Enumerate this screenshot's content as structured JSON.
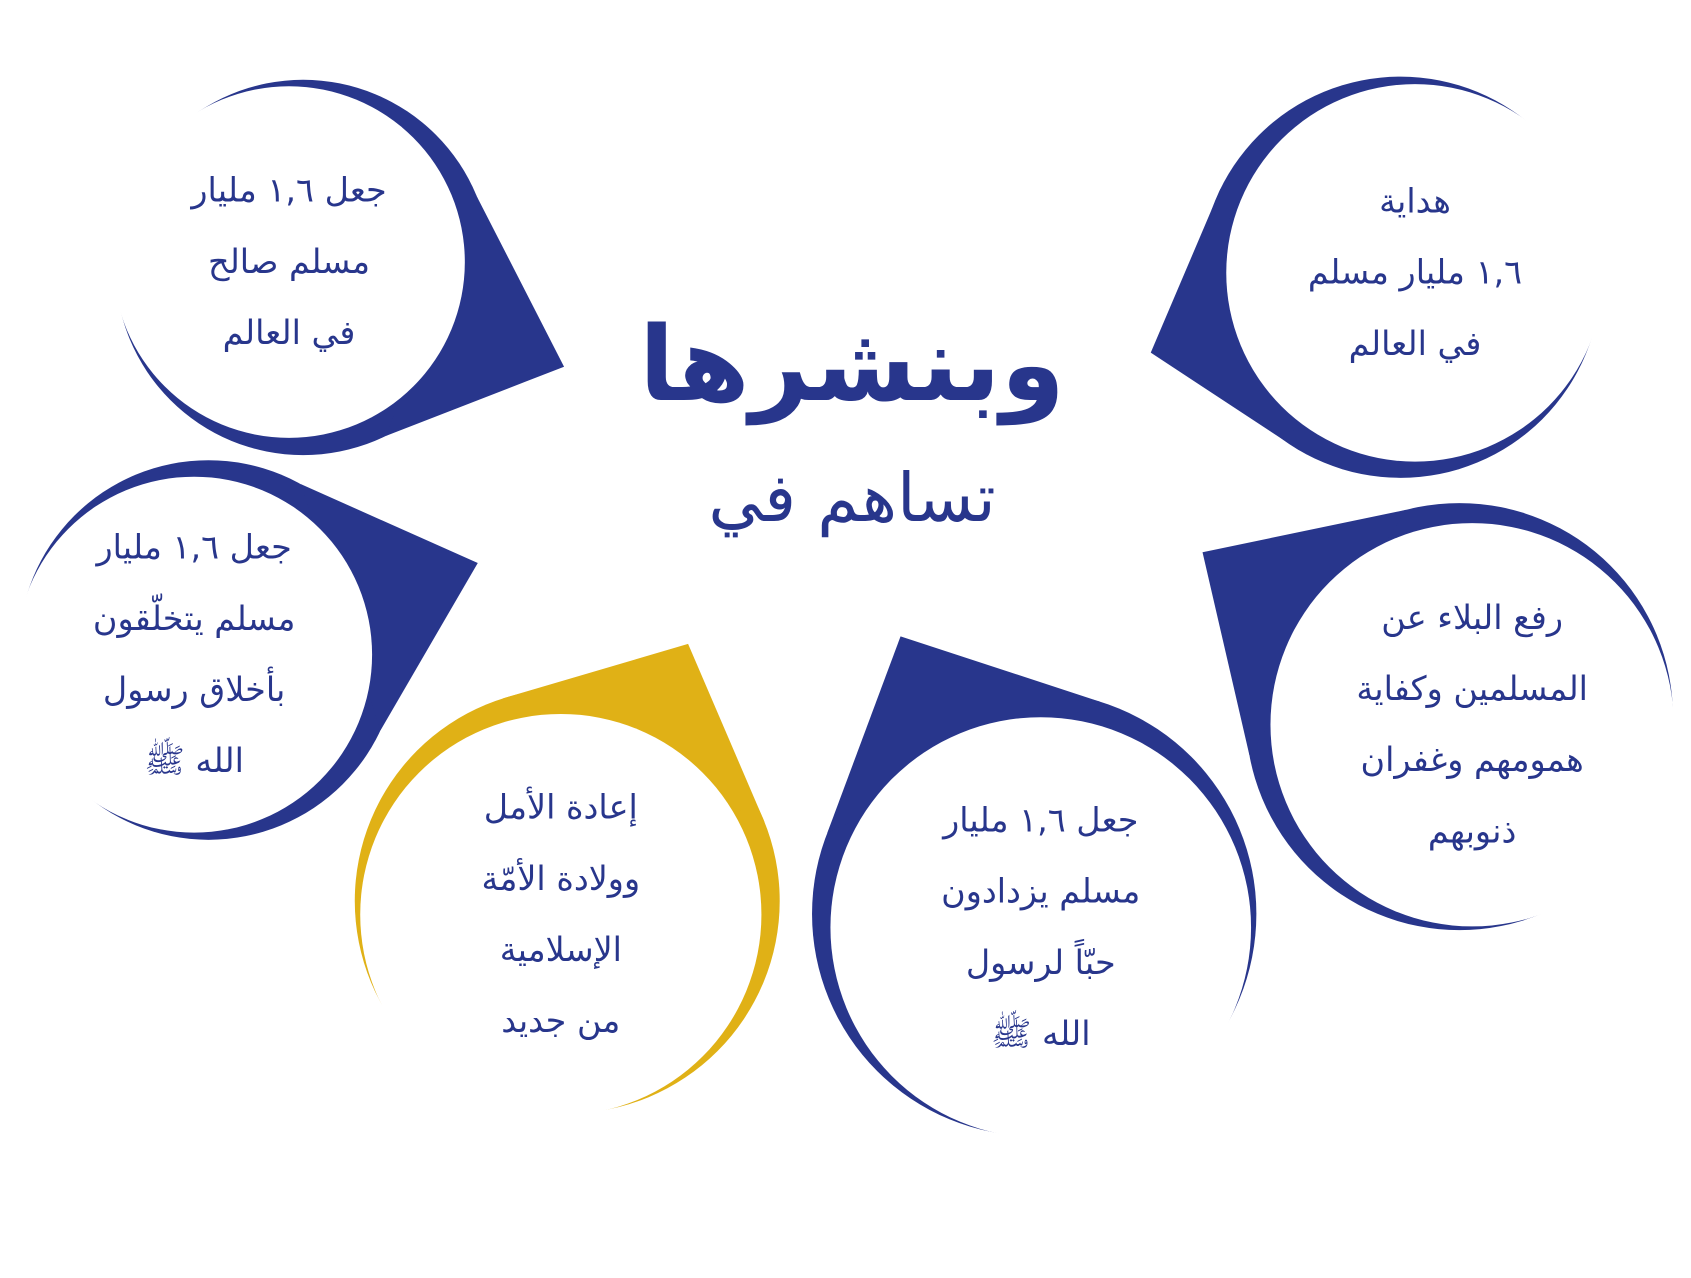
{
  "colors": {
    "primary": "#28368c",
    "accent": "#e0b116",
    "background": "#ffffff"
  },
  "title": {
    "main": "وبنشرها",
    "sub": "تساهم في"
  },
  "bubbles": [
    {
      "id": "guidance",
      "color": "primary",
      "lines": [
        "هداية",
        "١,٦ مليار مسلم",
        "في العالم"
      ]
    },
    {
      "id": "righteous",
      "color": "primary",
      "lines": [
        "جعل ١,٦ مليار",
        "مسلم صالح",
        "في العالم"
      ]
    },
    {
      "id": "manners",
      "color": "primary",
      "lines": [
        "جعل ١,٦ مليار",
        "مسلم يتخلّقون",
        "بأخلاق رسول",
        "الله ﷺ"
      ]
    },
    {
      "id": "hope",
      "color": "accent",
      "lines": [
        "إعادة الأمل",
        "وولادة الأمّة",
        "الإسلامية",
        "من جديد"
      ]
    },
    {
      "id": "love",
      "color": "primary",
      "lines": [
        "جعل ١,٦ مليار",
        "مسلم يزدادون",
        "حبّاً لرسول",
        "الله ﷺ"
      ]
    },
    {
      "id": "relief",
      "color": "primary",
      "lines": [
        "رفع البلاء عن",
        "المسلمين وكفاية",
        "همومهم وغفران",
        "ذنوبهم"
      ]
    }
  ]
}
